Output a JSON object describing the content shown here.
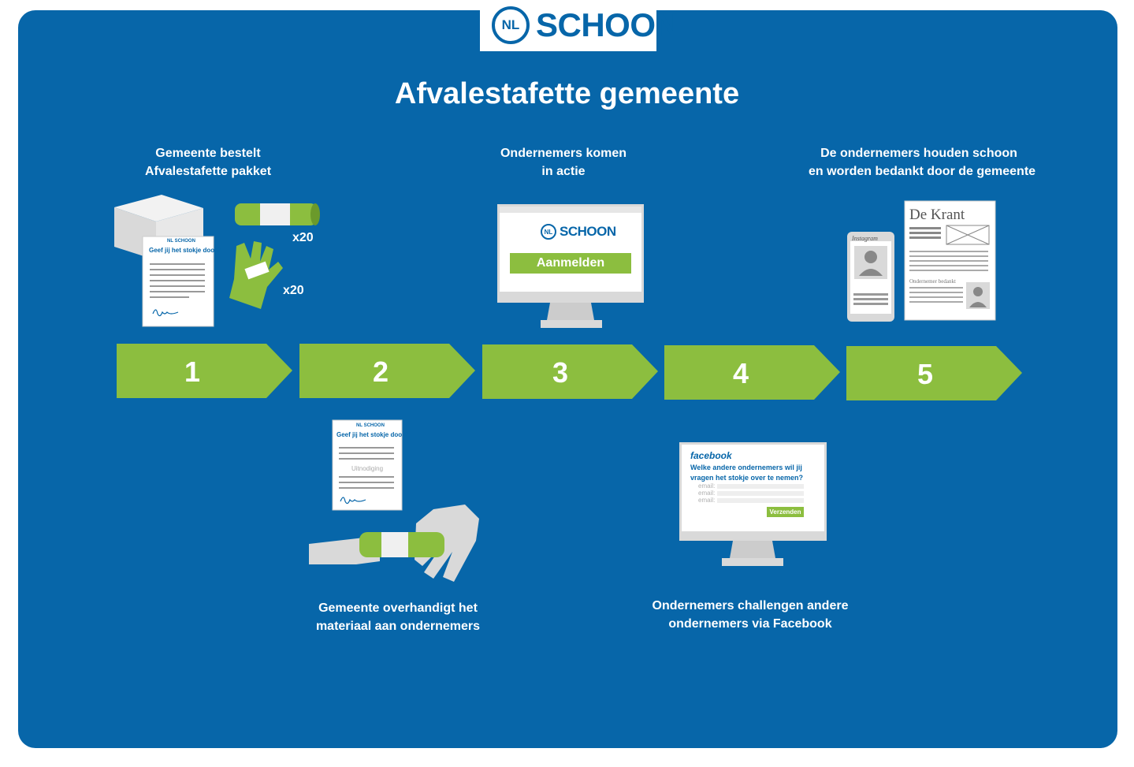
{
  "brand": {
    "nl": "NL",
    "name": "SCHOON"
  },
  "title": "Afvalestafette gemeente",
  "steps": [
    {
      "number": "1",
      "caption": [
        "Gemeente bestelt",
        "Afvalestafette pakket"
      ]
    },
    {
      "number": "2",
      "caption": [
        "Gemeente overhandigt het",
        "materiaal aan ondernemers"
      ]
    },
    {
      "number": "3",
      "caption": [
        "Ondernemers komen",
        "in actie"
      ]
    },
    {
      "number": "4",
      "caption": [
        "Ondernemers challengen andere",
        "ondernemers via Facebook"
      ]
    },
    {
      "number": "5",
      "caption": [
        "De ondernemers houden schoon",
        "en worden bedankt door de gemeente"
      ]
    }
  ],
  "package": {
    "letter_heading": "Geef jij het stokje door?",
    "bags_qty": "x20",
    "gloves_qty": "x20"
  },
  "handover": {
    "letter_heading": "Geef jij het stokje door?",
    "letter_subject": "Uitnodiging"
  },
  "signup_screen": {
    "button_label": "Aanmelden"
  },
  "facebook_screen": {
    "brand": "facebook",
    "question": "Welke andere ondernemers wil jij vragen het stokje over te nemen?",
    "field_label": "email:",
    "send_label": "Verzenden"
  },
  "media": {
    "instagram_label": "Instagram",
    "newspaper_title": "De Krant",
    "newspaper_subheading": "Ondernemer bedankt"
  },
  "colors": {
    "panel": "#0766A9",
    "green": "#8CBE3F",
    "white": "#FFFFFF",
    "grey": "#D9D9D9"
  }
}
